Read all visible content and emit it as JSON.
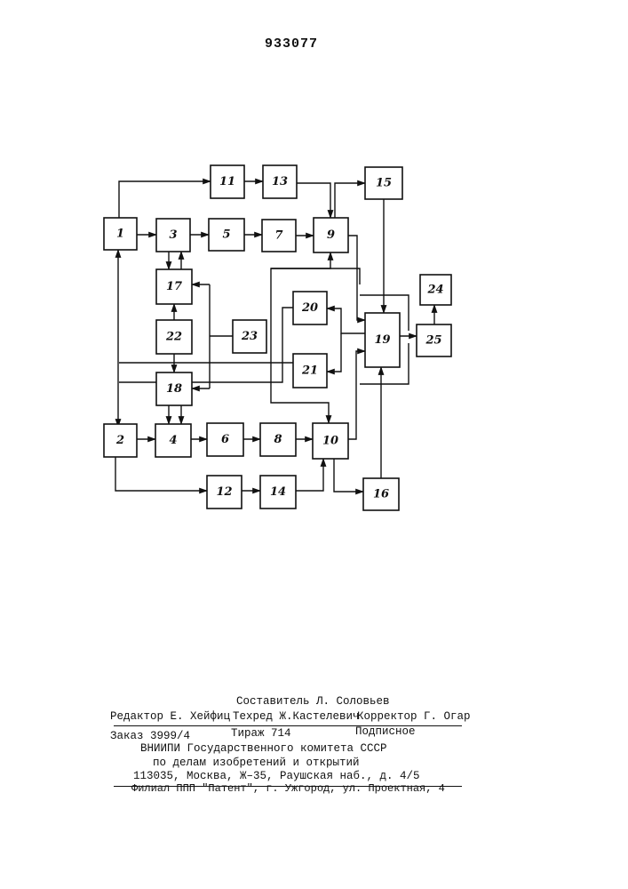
{
  "page_number": "933077",
  "blocks": {
    "b1": "1",
    "b2": "2",
    "b3": "3",
    "b4": "4",
    "b5": "5",
    "b6": "6",
    "b7": "7",
    "b8": "8",
    "b9": "9",
    "b10": "10",
    "b11": "11",
    "b12": "12",
    "b13": "13",
    "b14": "14",
    "b15": "15",
    "b16": "16",
    "b17": "17",
    "b18": "18",
    "b19": "19",
    "b20": "20",
    "b21": "21",
    "b22": "22",
    "b23": "23",
    "b24": "24",
    "b25": "25"
  },
  "imprint": {
    "compiler": "Составитель Л. Соловьев",
    "editor": "Редактор Е. Хейфиц",
    "techred": "Техред Ж.Кастелевич",
    "corrector": "Корректор Г. Огар",
    "order": "Заказ 3999/4",
    "circulation": "Тираж 714",
    "subscription": "Подписное",
    "org_line1": "ВНИИПИ Государственного комитета СССР",
    "org_line2": "по делам изобретений и открытий",
    "address": "113035, Москва, Ж–35, Раушская наб., д. 4/5",
    "branch": "Филиал ППП \"Патент\", г. Ужгород, ул. Проектная, 4"
  }
}
